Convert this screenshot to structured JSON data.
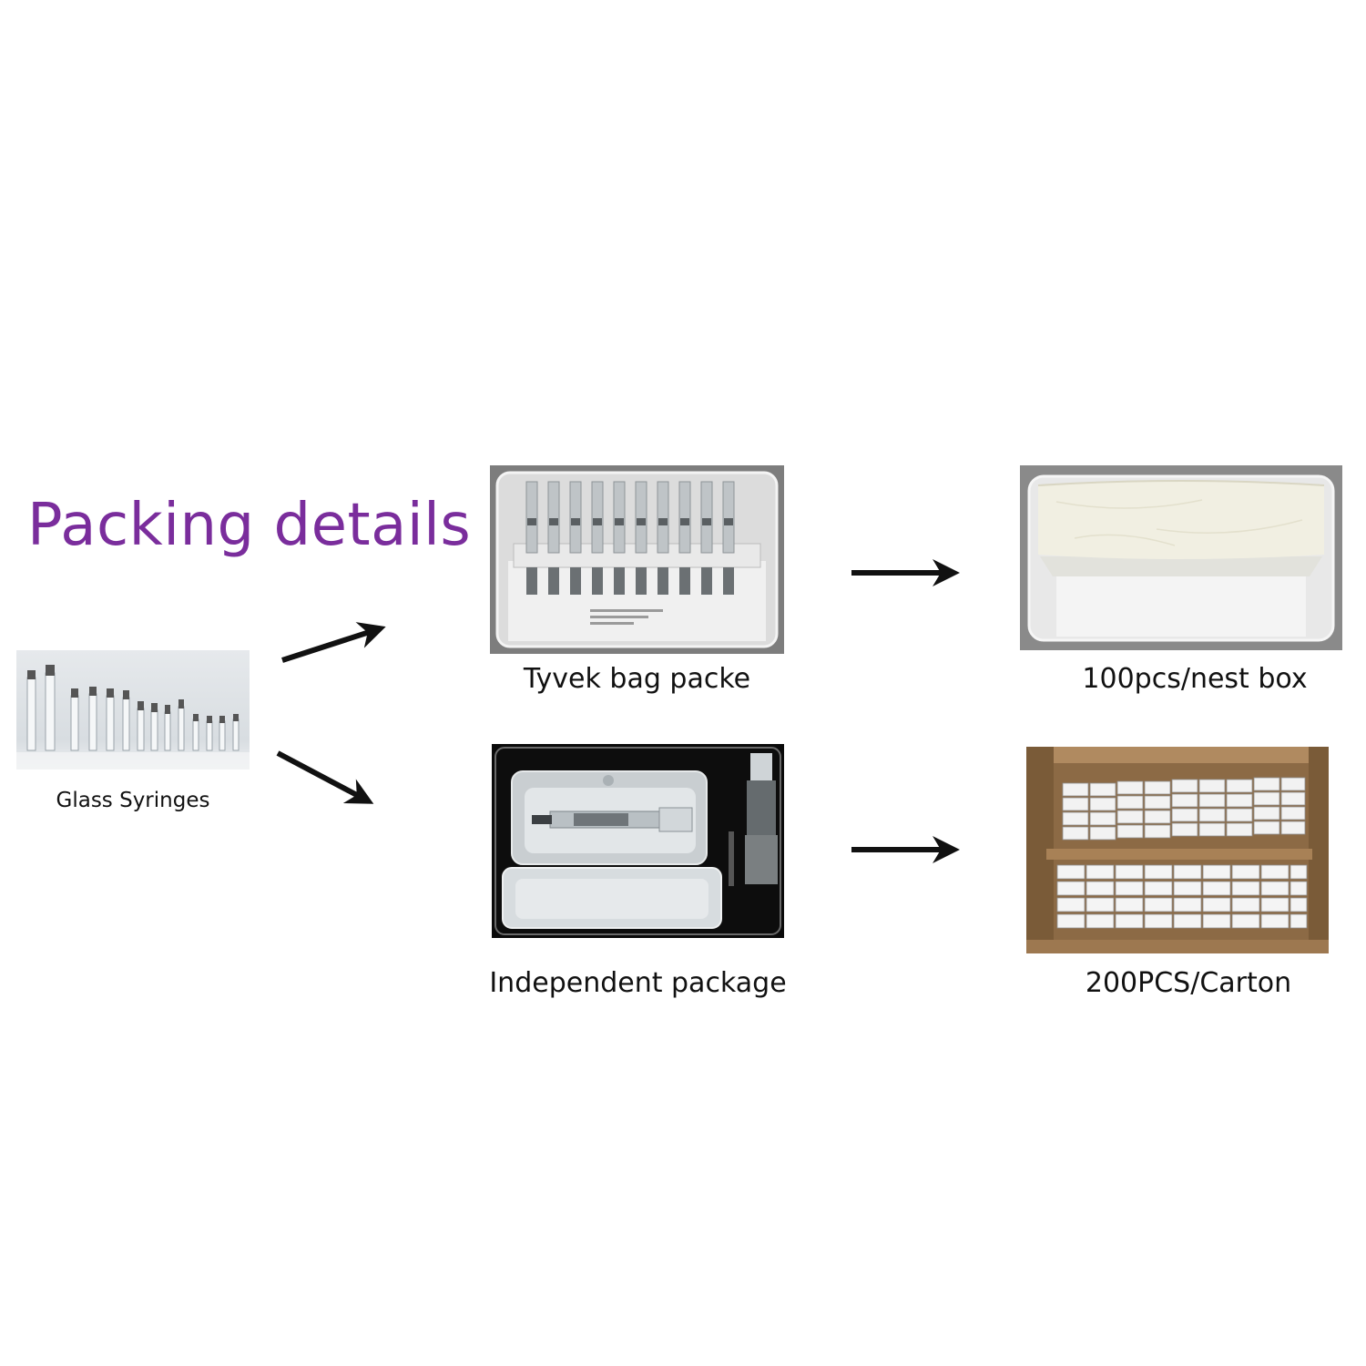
{
  "title": "Packing details",
  "source": {
    "caption": "Glass Syringes"
  },
  "steps": [
    {
      "caption": "Tyvek bag packe"
    },
    {
      "caption": "100pcs/nest box"
    },
    {
      "caption": "Independent package"
    },
    {
      "caption": "200PCS/Carton"
    }
  ],
  "colors": {
    "title": "#7a2d9c",
    "arrow": "#111111"
  }
}
